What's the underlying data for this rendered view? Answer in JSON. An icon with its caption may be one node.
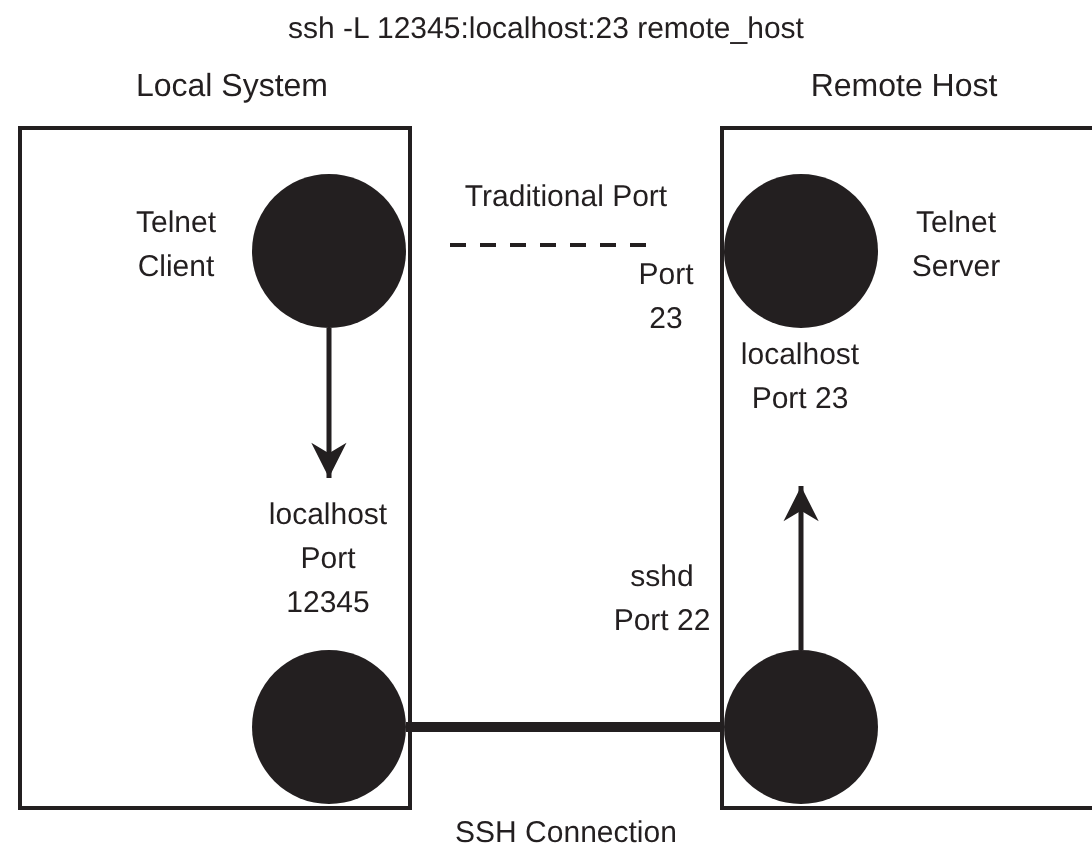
{
  "diagram": {
    "title": "ssh -L 12345:localhost:23 remote_host",
    "nodes": [
      {
        "text": [
          "Local System"
        ]
      },
      {
        "text": [
          "Remote Host"
        ]
      },
      {
        "text": [],
        "shape": "circle",
        "in": 0,
        "beside": [
          "Telnet Client"
        ]
      },
      {
        "text": [
          "localhost Port 12345"
        ],
        "in": 0
      },
      {
        "text": [],
        "shape": "circle",
        "in": 0
      },
      {
        "text": [],
        "shape": "circle",
        "in": 1,
        "beside": [
          "Telnet Server"
        ]
      },
      {
        "text": [
          "localhost Port 23"
        ],
        "in": 1
      },
      {
        "text": [],
        "shape": "circle",
        "in": 1,
        "beside": [
          "sshd Port 22"
        ]
      }
    ],
    "edges": [
      {
        "from": 2,
        "to": 3,
        "arrow": "to"
      },
      {
        "from": 7,
        "to": 6,
        "arrow": "to"
      },
      {
        "from": 2,
        "to": 5,
        "arrow": "none",
        "style": "dashed",
        "label": "Traditional Port"
      },
      {
        "from": 4,
        "to": 7,
        "arrow": "none",
        "style": "thick"
      }
    ],
    "labels": [
      "Port 23",
      "SSH Connection"
    ]
  }
}
